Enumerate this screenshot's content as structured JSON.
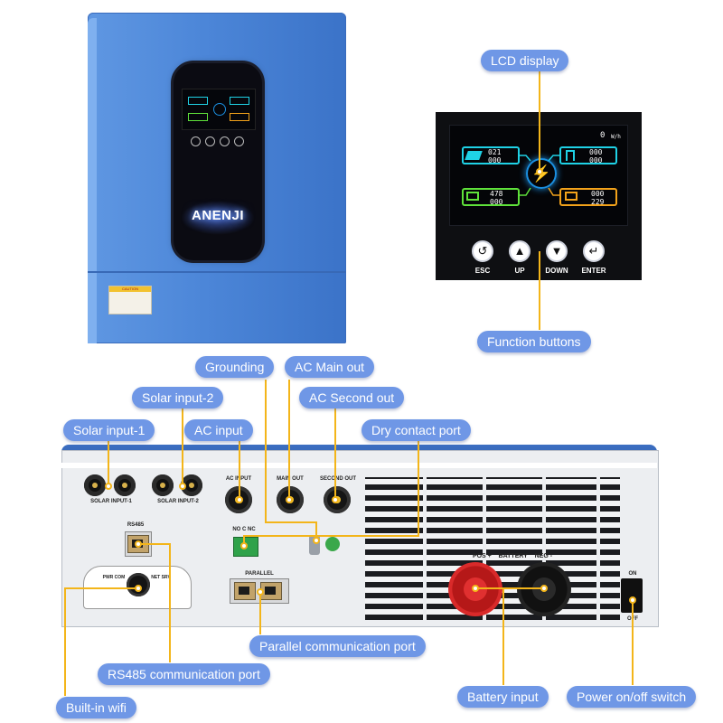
{
  "front": {
    "brand": "ANENJI",
    "caution_text": "CAUTION"
  },
  "lcd": {
    "buttons": [
      {
        "label": "ESC",
        "glyph": "↺"
      },
      {
        "label": "UP",
        "glyph": "▲"
      },
      {
        "label": "DOWN",
        "glyph": "▼"
      },
      {
        "label": "ENTER",
        "glyph": "↵"
      }
    ],
    "readouts": {
      "pv_top": "021",
      "pv_bottom": "000",
      "grid_top": "000",
      "grid_bottom": "000",
      "battery_top": "478",
      "battery_bottom": "000",
      "load_top": "000",
      "load_bottom": "229",
      "header_value": "0",
      "header_unit": "W/h"
    },
    "colors": {
      "pv": "#1fd2e6",
      "grid": "#1fd2e6",
      "battery": "#5fe23a",
      "load": "#f2a21a",
      "bolt": "#1b8fe0"
    }
  },
  "rear": {
    "labels": {
      "solar_input_1": "SOLAR INPUT-1",
      "solar_input_2": "SOLAR INPUT-2",
      "ac_input": "AC INPUT",
      "main_out": "MAIN OUT",
      "second_out": "SECOND OUT",
      "rs485": "RS485",
      "no_c_nc": "NO C NC",
      "parallel": "PARALLEL",
      "battery": "BATTERY",
      "pos": "POS +",
      "neg": "NEG -",
      "on": "ON",
      "off": "OFF",
      "wifi_leds": "PWR COM",
      "wifi_leds_2": "NET SRV"
    }
  },
  "callouts": {
    "lcd_display": "LCD display",
    "function_buttons": "Function buttons",
    "grounding": "Grounding",
    "ac_main_out": "AC Main out",
    "solar_input_2": "Solar input-2",
    "ac_second_out": "AC Second out",
    "solar_input_1": "Solar input-1",
    "ac_input": "AC input",
    "dry_contact_port": "Dry contact port",
    "parallel_comm": "Parallel communication port",
    "rs485_comm": "RS485 communication port",
    "battery_input": "Battery input",
    "power_switch": "Power on/off switch",
    "built_in_wifi": "Built-in wifi"
  },
  "callout_color": "#6f97e6",
  "leader_color": "#f3b51a"
}
